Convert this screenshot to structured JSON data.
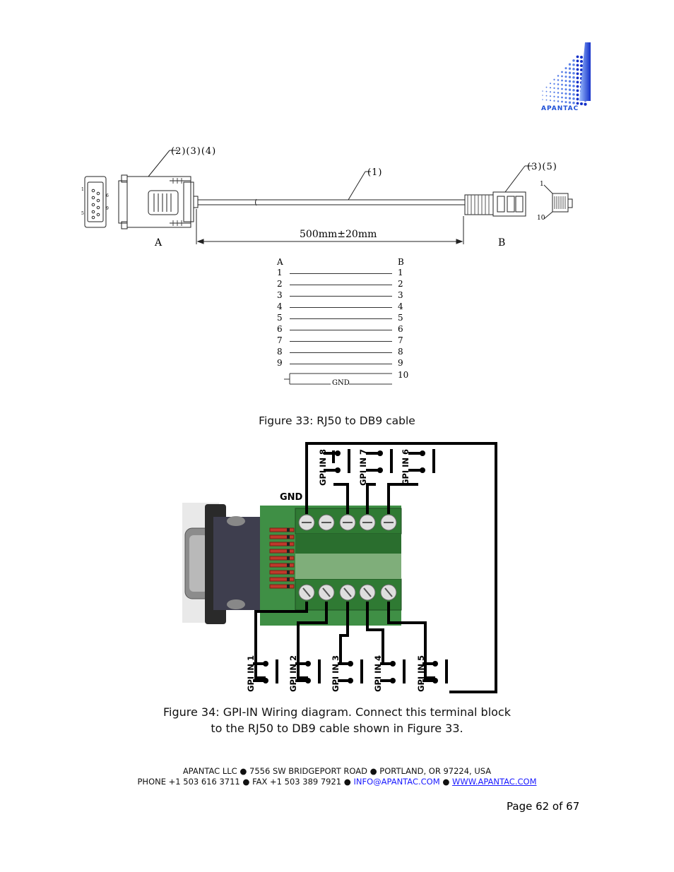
{
  "logo": {
    "text": "APANTAC"
  },
  "figure33": {
    "callouts": {
      "a": "(2)(3)(4)",
      "b": "(1)",
      "c": "(3)(5)"
    },
    "end_a": "A",
    "end_b": "B",
    "length": "500mm±20mm",
    "db9_pins": {
      "p1": "1",
      "p5": "5",
      "p6": "6",
      "p9": "9"
    },
    "rj50_pins": {
      "p1": "1",
      "p10": "10"
    },
    "pinout_header_a": "A",
    "pinout_header_b": "B",
    "pinout_rows": [
      "1",
      "2",
      "3",
      "4",
      "5",
      "6",
      "7",
      "8",
      "9"
    ],
    "pin10": "10",
    "gnd": "GND",
    "caption": "Figure 33:  RJ50 to DB9 cable"
  },
  "figure34": {
    "gnd": "GND",
    "top_labels": [
      "GPI IN 8",
      "GPI IN 7",
      "GPI IN 6"
    ],
    "bottom_labels": [
      "GPI IN 1",
      "GPI IN 2",
      "GPI IN 3",
      "GPI IN 4",
      "GPI IN 5"
    ],
    "caption_line1": "Figure 34:  GPI-IN Wiring diagram.  Connect this terminal block",
    "caption_line2": "to the RJ50 to DB9 cable shown in Figure 33."
  },
  "footer": {
    "line1": "APANTAC LLC ● 7556 SW BRIDGEPORT ROAD ● PORTLAND, OR 97224, USA",
    "line2_prefix": "PHONE +1 503 616 3711 ● FAX +1 503 389 7921 ●",
    "email": "INFO@APANTAC.COM",
    "sep": "●",
    "website": "WWW.APANTAC.COM"
  },
  "page_number": "Page 62 of 67",
  "colors": {
    "logo_blue": "#1e4fd6",
    "pcb_green": "#3f8f45",
    "link_blue": "#1a1aff"
  }
}
